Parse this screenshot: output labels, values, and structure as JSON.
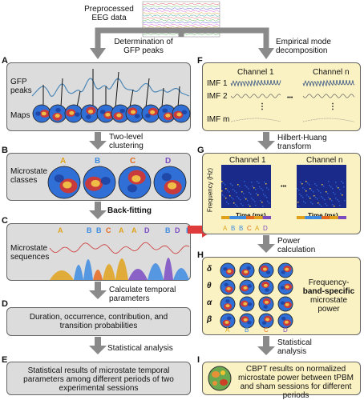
{
  "top": {
    "input_label": "Preprocessed EEG data"
  },
  "left_flow": {
    "arrow1_label": "Determination of GFP peaks",
    "A": {
      "letter": "A",
      "gfp_label": "GFP peaks",
      "maps_label": "Maps"
    },
    "arrow2_label": "Two-level clustering",
    "B": {
      "letter": "B",
      "label": "Microstate classes",
      "classes": [
        {
          "name": "A",
          "color": "#e0a21b"
        },
        {
          "name": "B",
          "color": "#3d8be0"
        },
        {
          "name": "C",
          "color": "#e56a1e"
        },
        {
          "name": "D",
          "color": "#7b4bc2"
        }
      ]
    },
    "arrow3_label": "Back-fitting",
    "C": {
      "letter": "C",
      "label": "Microstate sequences",
      "sequence": [
        "A",
        "B",
        "B",
        "C",
        "A",
        "A",
        "D",
        "B",
        "D",
        "B"
      ]
    },
    "arrow4_label": "Calculate temporal parameters",
    "D": {
      "letter": "D",
      "text": "Duration, occurrence, contribution, and transition probabilities"
    },
    "arrow5_label": "Statistical analysis",
    "E": {
      "letter": "E",
      "text": "Statistical results of microstate temporal parameters among different periods of two experimental sessions"
    }
  },
  "right_flow": {
    "arrow1_label": "Empirical mode decomposition",
    "F": {
      "letter": "F",
      "channel1": "Channel 1",
      "channeln": "Channel n",
      "imf1": "IMF 1",
      "imf2": "IMF 2",
      "imfm": "IMF m",
      "dots": "⋮",
      "hdots": "•••"
    },
    "arrow2_label": "Hilbert-Huang transform",
    "G": {
      "letter": "G",
      "channel1": "Channel 1",
      "channeln": "Channel n",
      "ylabel": "Frequency (Hz)",
      "xlabel": "Time (ms)",
      "sequence": [
        "A",
        "B",
        "B",
        "C",
        "A",
        "D"
      ]
    },
    "arrow3_label": "Power calculation",
    "H": {
      "letter": "H",
      "bands": [
        "δ",
        "θ",
        "α",
        "β"
      ],
      "cols": [
        "A",
        "B",
        "C",
        "D"
      ],
      "label1": "Frequency-",
      "label2": "band-specific",
      "label3": "microstate",
      "label4": "power"
    },
    "arrow4_label": "Statistical analysis",
    "I": {
      "letter": "I",
      "text": "CBPT results on normalized microstate power between tPBM and sham sessions for different periods"
    }
  }
}
